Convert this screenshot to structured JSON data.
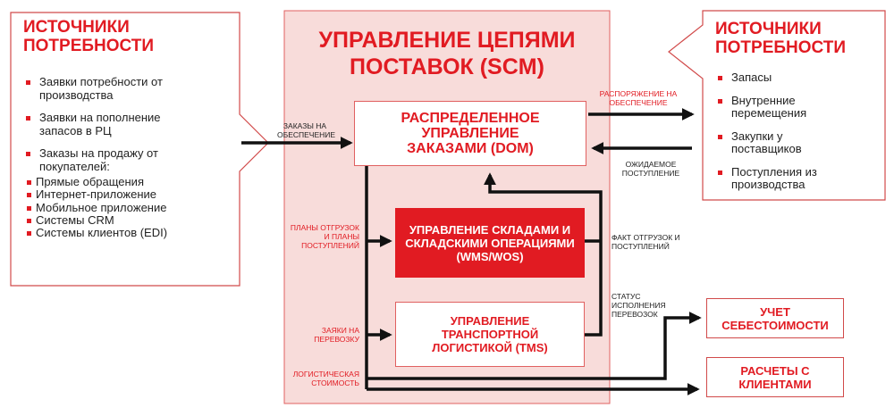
{
  "left_panel": {
    "title_line1": "ИСТОЧНИКИ",
    "title_line2": "ПОТРЕБНОСТИ",
    "items": [
      {
        "label": "Заявки потребности от производства"
      },
      {
        "label": "Заявки на пополнение запасов в РЦ"
      },
      {
        "label": "Заказы на продажу от покупателей:"
      }
    ],
    "subitems": [
      {
        "label": "Прямые обращения"
      },
      {
        "label": "Интернет-приложение"
      },
      {
        "label": "Мобильное приложение"
      },
      {
        "label": "Системы CRM"
      },
      {
        "label": "Системы клиентов (EDI)"
      }
    ]
  },
  "right_panel": {
    "title_line1": "ИСТОЧНИКИ",
    "title_line2": "ПОТРЕБНОСТИ",
    "items": [
      {
        "label": "Запасы"
      },
      {
        "label": "Внутренние перемещения"
      },
      {
        "label": "Закупки у поставщиков"
      },
      {
        "label": "Поступления из производства"
      }
    ]
  },
  "scm": {
    "title_line1": "УПРАВЛЕНИЕ ЦЕПЯМИ",
    "title_line2": "ПОСТАВОК (SCM)"
  },
  "boxes": {
    "dom": "РАСПРЕДЕЛЕННОЕ УПРАВЛЕНИЕ ЗАКАЗАМИ (DOM)",
    "wms": "УПРАВЛЕНИЕ СКЛАДАМИ И СКЛАДСКИМИ ОПЕРАЦИЯМИ (WMS/WOS)",
    "tms": "УПРАВЛЕНИЕ ТРАНСПОРТНОЙ ЛОГИСТИКОЙ (TMS)",
    "cost": "УЧЕТ СЕБЕСТОИМОСТИ",
    "settlements": "РАСЧЕТЫ С КЛИЕНТАМИ"
  },
  "labels": {
    "orders_supply": "ЗАКАЗЫ НА ОБЕСПЕЧЕНИЕ",
    "supply_order": "РАСПОРЯЖЕНИЕ НА ОБЕСПЕЧЕНИЕ",
    "expected_receipt": "ОЖИДАЕМОЕ ПОСТУПЛЕНИЕ",
    "plans": "ПЛАНЫ ОТГРУЗОК И ПЛАНЫ ПОСТУПЛЕНИЙ",
    "fact": "ФАКТ ОТГРУЗОК И ПОСТУПЛЕНИЙ",
    "status": "СТАТУС ИСПОЛНЕНИЯ ПЕРЕВОЗОК",
    "transport_request": "ЗАЯКИ НА ПЕРЕВОЗКУ",
    "logistic_cost": "ЛОГИСТИЧЕСКАЯ СТОИМОСТЬ"
  },
  "colors": {
    "accent": "#e11b22",
    "scm_fill": "#f8dcda",
    "scm_border": "#e06060",
    "panel_border": "#d14a4a",
    "arrow": "#111111"
  }
}
